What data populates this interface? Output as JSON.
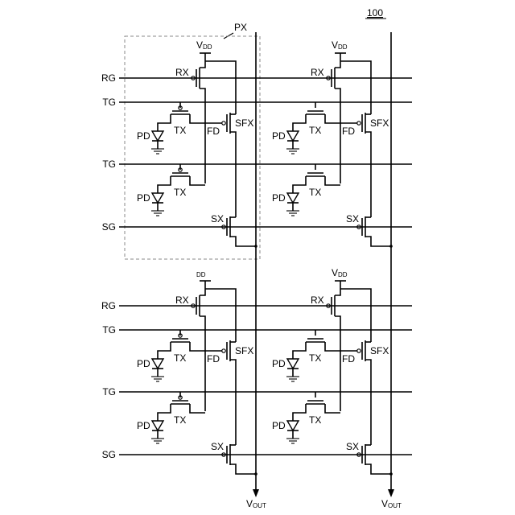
{
  "figure_ref": "100",
  "pixel_label": "PX",
  "rows": [
    {
      "rg": "RG",
      "tg1": "TG",
      "tg2": "TG",
      "sg": "SG"
    },
    {
      "rg": "RG",
      "tg1": "TG",
      "tg2": "TG",
      "sg": "SG"
    }
  ],
  "cells": [
    {
      "vdd": "V",
      "vdd_sub": "DD",
      "rx": "RX",
      "tx1": "TX",
      "tx2": "TX",
      "fd": "FD",
      "sfx": "SFX",
      "sx": "SX",
      "pd1": "PD",
      "pd2": "PD",
      "tx_gate_style": "circle"
    },
    {
      "vdd": "V",
      "vdd_sub": "DD",
      "rx": "RX",
      "tx1": "TX",
      "tx2": "TX",
      "fd": "FD",
      "sfx": "SFX",
      "sx": "SX",
      "pd1": "PD",
      "pd2": "PD",
      "tx_gate_style": "bar"
    },
    {
      "vdd": "",
      "vdd_sub": "DD",
      "rx": "RX",
      "tx1": "TX",
      "tx2": "TX",
      "fd": "FD",
      "sfx": "SFX",
      "sx": "SX",
      "pd1": "PD",
      "pd2": "PD",
      "tx_gate_style": "circle"
    },
    {
      "vdd": "V",
      "vdd_sub": "DD",
      "rx": "RX",
      "tx1": "TX",
      "tx2": "TX",
      "fd": "FD",
      "sfx": "SFX",
      "sx": "SX",
      "pd1": "PD",
      "pd2": "PD",
      "tx_gate_style": "bar"
    }
  ],
  "outputs": [
    {
      "label": "V",
      "sub": "OUT"
    },
    {
      "label": "V",
      "sub": "OUT"
    }
  ]
}
